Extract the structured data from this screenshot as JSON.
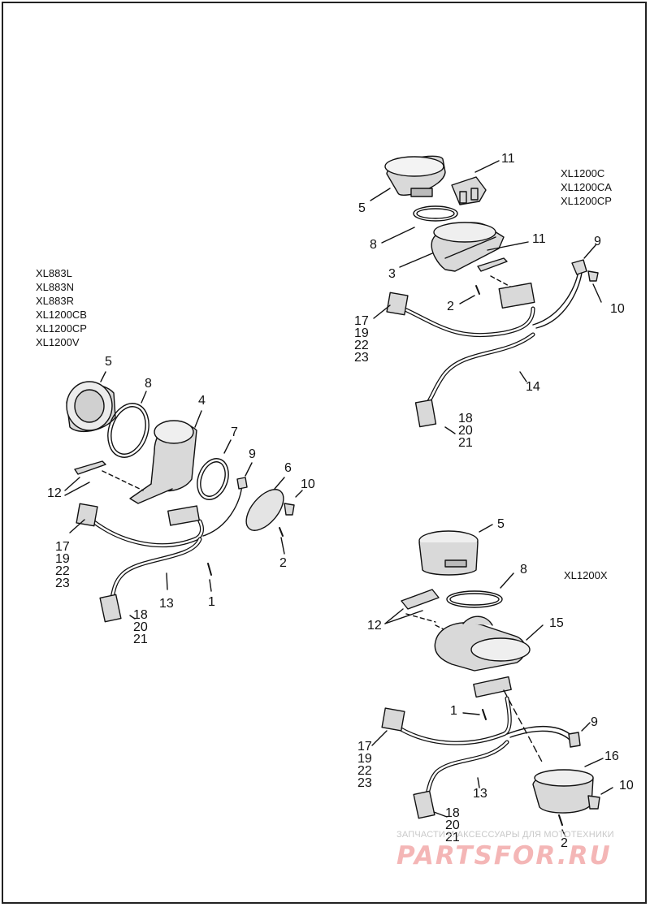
{
  "top_right": {
    "models": [
      "XL1200C",
      "XL1200CA",
      "XL1200CP"
    ],
    "callouts": [
      "11",
      "5",
      "8",
      "11",
      "3",
      "9",
      "2",
      "10",
      "14"
    ],
    "stack_a": [
      "17",
      "19",
      "22",
      "23"
    ],
    "stack_b": [
      "18",
      "20",
      "21"
    ]
  },
  "left": {
    "models": [
      "XL883L",
      "XL883N",
      "XL883R",
      "XL1200CB",
      "XL1200CP",
      "XL1200V"
    ],
    "callouts": [
      "5",
      "8",
      "4",
      "7",
      "9",
      "6",
      "10",
      "12",
      "2",
      "13",
      "1"
    ],
    "stack_a": [
      "17",
      "19",
      "22",
      "23"
    ],
    "stack_b": [
      "18",
      "20",
      "21"
    ]
  },
  "bottom_right": {
    "models": [
      "XL1200X"
    ],
    "callouts": [
      "5",
      "8",
      "12",
      "15",
      "1",
      "9",
      "16",
      "13",
      "10",
      "2"
    ],
    "stack_a": [
      "17",
      "19",
      "22",
      "23"
    ],
    "stack_b": [
      "18",
      "20",
      "21"
    ]
  },
  "watermark": {
    "tagline": "ЗАПЧАСТИ И АКСЕССУАРЫ ДЛЯ МОТОТЕХНИКИ",
    "logo": "PARTSFOR.RU"
  },
  "colors": {
    "line": "#111111",
    "part_fill": "#d9d9d9",
    "watermark": "#e8a0a0"
  }
}
